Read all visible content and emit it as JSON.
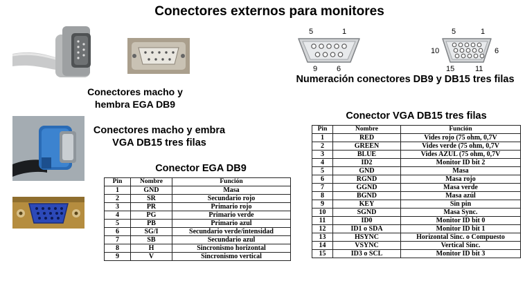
{
  "title": "Conectores externos para monitores",
  "captions": {
    "ega_pair": [
      "Conectores macho y",
      "hembra EGA DB9"
    ],
    "numbering": "Numeración conectores DB9 y DB15 tres filas",
    "vga_pair": [
      "Conectores macho y embra",
      "VGA DB15 tres filas"
    ]
  },
  "db9_diagram": {
    "top_left": "5",
    "top_right": "1",
    "bottom_left": "9",
    "bottom_right": "6"
  },
  "db15_diagram": {
    "top_left": "5",
    "top_right": "1",
    "mid_left": "10",
    "mid_right": "6",
    "bottom_left": "15",
    "bottom_right": "11"
  },
  "ega_table": {
    "caption": "Conector EGA DB9",
    "headers": [
      "Pin",
      "Nombre",
      "Función"
    ],
    "rows": [
      [
        "1",
        "GND",
        "Masa"
      ],
      [
        "2",
        "SR",
        "Secundario rojo"
      ],
      [
        "3",
        "PR",
        "Primario rojo"
      ],
      [
        "4",
        "PG",
        "Primario verde"
      ],
      [
        "5",
        "PB",
        "Primario azul"
      ],
      [
        "6",
        "SG/I",
        "Secundario verde/intensidad"
      ],
      [
        "7",
        "SB",
        "Secundario azul"
      ],
      [
        "8",
        "H",
        "Sincronismo horizontal"
      ],
      [
        "9",
        "V",
        "Sincronismo vertical"
      ]
    ]
  },
  "vga_table": {
    "caption": "Conector VGA DB15 tres filas",
    "headers": [
      "Pin",
      "Nombre",
      "Función"
    ],
    "rows": [
      [
        "1",
        "RED",
        "Vides rojo (75 ohm, 0,7V"
      ],
      [
        "2",
        "GREEN",
        "Vides verde (75 ohm, 0,7V"
      ],
      [
        "3",
        "BLUE",
        "Vides AZUL (75 ohm, 0,7V"
      ],
      [
        "4",
        "ID2",
        "Monitor ID bit 2"
      ],
      [
        "5",
        "GND",
        "Masa"
      ],
      [
        "6",
        "RGND",
        "Masa rojo"
      ],
      [
        "7",
        "GGND",
        "Masa verde"
      ],
      [
        "8",
        "BGND",
        "Masa azúl"
      ],
      [
        "9",
        "KEY",
        "Sin pin"
      ],
      [
        "10",
        "SGND",
        "Masa Sync."
      ],
      [
        "11",
        "ID0",
        "Monitor ID bit 0"
      ],
      [
        "12",
        "ID1 o SDA",
        "Monitor ID bit 1"
      ],
      [
        "13",
        "HSYNC",
        "Horizontal Sinc. o Compuesto"
      ],
      [
        "14",
        "VSYNC",
        "Vertical Sinc."
      ],
      [
        "15",
        "ID3 o SCL",
        "Monitor ID bit 3"
      ]
    ]
  }
}
